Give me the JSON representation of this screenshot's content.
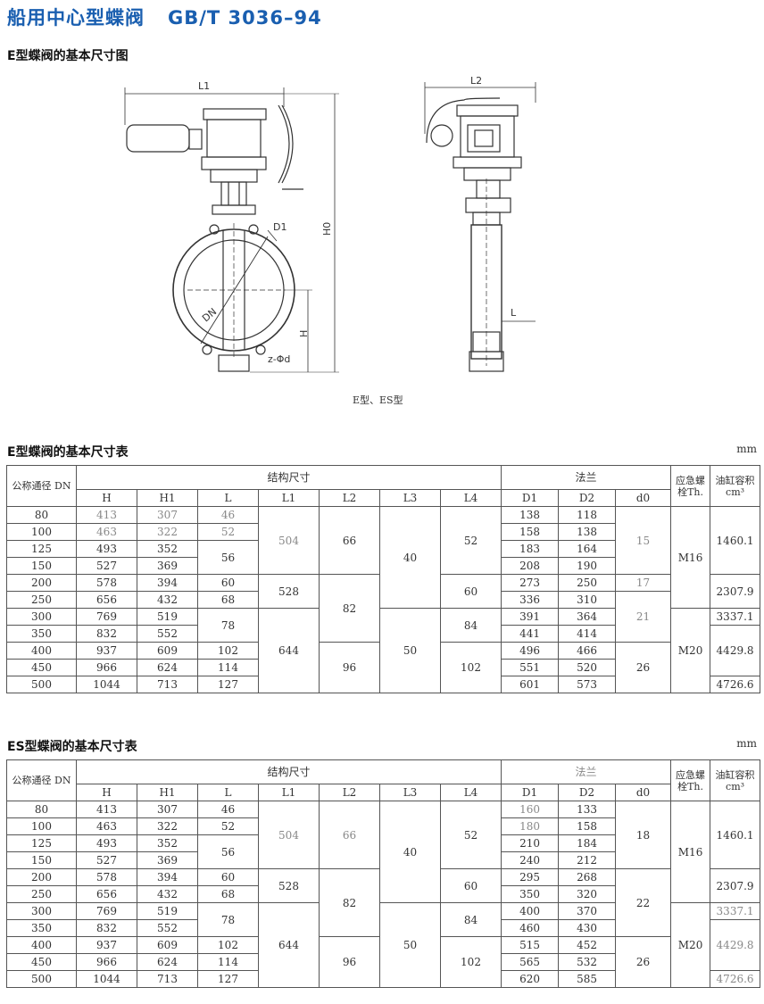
{
  "title": {
    "main": "船用中心型蝶阀",
    "standard": "GB/T 3036–94"
  },
  "figure": {
    "heading": "E型蝶阀的基本尺寸图",
    "labels": {
      "l1": "L1",
      "l2": "L2",
      "h0": "H0",
      "h": "H",
      "d1": "D1",
      "dn": "DN",
      "holes": "z-Φd",
      "l": "L"
    },
    "caption": "E型、ES型"
  },
  "unit": "mm",
  "headers": {
    "dn": "公称通径 DN",
    "struct": "结构尺寸",
    "flange": "法兰",
    "bolt": "应急螺栓Th.",
    "oil": "油缸容积cm³",
    "cols": [
      "H",
      "H1",
      "L",
      "L1",
      "L2",
      "L3",
      "L4",
      "D1",
      "D2",
      "d0"
    ]
  },
  "table_e": {
    "heading": "E型蝶阀的基本尺寸表",
    "rows": [
      {
        "dn": "80",
        "h": "413",
        "h1": "307",
        "l": "46",
        "d1": "138",
        "d2": "118"
      },
      {
        "dn": "100",
        "h": "463",
        "h1": "322",
        "l": "52",
        "d1": "158",
        "d2": "138"
      },
      {
        "dn": "125",
        "h": "493",
        "h1": "352",
        "l": "56",
        "d1": "183",
        "d2": "164"
      },
      {
        "dn": "150",
        "h": "527",
        "h1": "369",
        "d1": "208",
        "d2": "190"
      },
      {
        "dn": "200",
        "h": "578",
        "h1": "394",
        "l": "60",
        "d1": "273",
        "d2": "250"
      },
      {
        "dn": "250",
        "h": "656",
        "h1": "432",
        "l": "68",
        "d1": "336",
        "d2": "310"
      },
      {
        "dn": "300",
        "h": "769",
        "h1": "519",
        "l": "78",
        "d1": "391",
        "d2": "364"
      },
      {
        "dn": "350",
        "h": "832",
        "h1": "552",
        "d1": "441",
        "d2": "414"
      },
      {
        "dn": "400",
        "h": "937",
        "h1": "609",
        "l": "102",
        "d1": "496",
        "d2": "466"
      },
      {
        "dn": "450",
        "h": "966",
        "h1": "624",
        "l": "114",
        "d1": "551",
        "d2": "520"
      },
      {
        "dn": "500",
        "h": "1044",
        "h1": "713",
        "l": "127",
        "d1": "601",
        "d2": "573"
      }
    ],
    "merged": {
      "l1_a": "504",
      "l1_b": "528",
      "l1_c": "644",
      "l2_a": "66",
      "l2_b": "82",
      "l2_c": "96",
      "l3_a": "40",
      "l3_b": "50",
      "l4_a": "52",
      "l4_b": "60",
      "l4_c": "84",
      "l4_d": "102",
      "d0_a": "15",
      "d0_b": "17",
      "d0_c": "21",
      "d0_d": "26",
      "th_a": "M16",
      "th_b": "M20",
      "oil_a": "1460.1",
      "oil_b": "2307.9",
      "oil_c": "3337.1",
      "oil_d": "4429.8",
      "oil_e": "4726.6"
    }
  },
  "table_es": {
    "heading": "ES型蝶阀的基本尺寸表",
    "rows": [
      {
        "dn": "80",
        "h": "413",
        "h1": "307",
        "l": "46",
        "d1": "160",
        "d2": "133"
      },
      {
        "dn": "100",
        "h": "463",
        "h1": "322",
        "l": "52",
        "d1": "180",
        "d2": "158"
      },
      {
        "dn": "125",
        "h": "493",
        "h1": "352",
        "l": "56",
        "d1": "210",
        "d2": "184"
      },
      {
        "dn": "150",
        "h": "527",
        "h1": "369",
        "d1": "240",
        "d2": "212"
      },
      {
        "dn": "200",
        "h": "578",
        "h1": "394",
        "l": "60",
        "d1": "295",
        "d2": "268"
      },
      {
        "dn": "250",
        "h": "656",
        "h1": "432",
        "l": "68",
        "d1": "350",
        "d2": "320"
      },
      {
        "dn": "300",
        "h": "769",
        "h1": "519",
        "l": "78",
        "d1": "400",
        "d2": "370"
      },
      {
        "dn": "350",
        "h": "832",
        "h1": "552",
        "d1": "460",
        "d2": "430"
      },
      {
        "dn": "400",
        "h": "937",
        "h1": "609",
        "l": "102",
        "d1": "515",
        "d2": "452"
      },
      {
        "dn": "450",
        "h": "966",
        "h1": "624",
        "l": "114",
        "d1": "565",
        "d2": "532"
      },
      {
        "dn": "500",
        "h": "1044",
        "h1": "713",
        "l": "127",
        "d1": "620",
        "d2": "585"
      }
    ],
    "merged": {
      "l1_a": "504",
      "l1_b": "528",
      "l1_c": "644",
      "l2_a": "66",
      "l2_b": "82",
      "l2_c": "96",
      "l3_a": "40",
      "l3_b": "50",
      "l4_a": "52",
      "l4_b": "60",
      "l4_c": "84",
      "l4_d": "102",
      "d0_a": "18",
      "d0_b": "22",
      "d0_c": "26",
      "th_a": "M16",
      "th_b": "M20",
      "oil_a": "1460.1",
      "oil_b": "2307.9",
      "oil_c": "3337.1",
      "oil_d": "4429.8",
      "oil_e": "4726.6"
    }
  }
}
